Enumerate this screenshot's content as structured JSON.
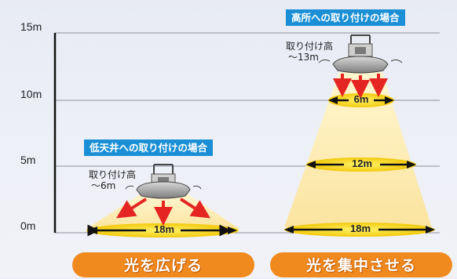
{
  "axis": {
    "labels": [
      "15m",
      "10m",
      "5m",
      "0m"
    ]
  },
  "scenarios": {
    "low": {
      "title": "低天井への取り付けの場合",
      "mount_label_line1": "取り付け高",
      "mount_label_line2": "～6m",
      "floor_width": "18m",
      "caption": "光を広げる"
    },
    "high": {
      "title": "高所への取り付けの場合",
      "mount_label_line1": "取り付け高",
      "mount_label_line2": "～13m",
      "width_at_10m": "6m",
      "width_at_5m": "12m",
      "floor_width": "18m",
      "caption": "光を集中させる"
    }
  },
  "colors": {
    "badge": "#1a8fd5",
    "pill": "#f08a1f",
    "beam": "#fbe9a8",
    "ellipse": "#f7d000",
    "arrow": "#e52521"
  }
}
